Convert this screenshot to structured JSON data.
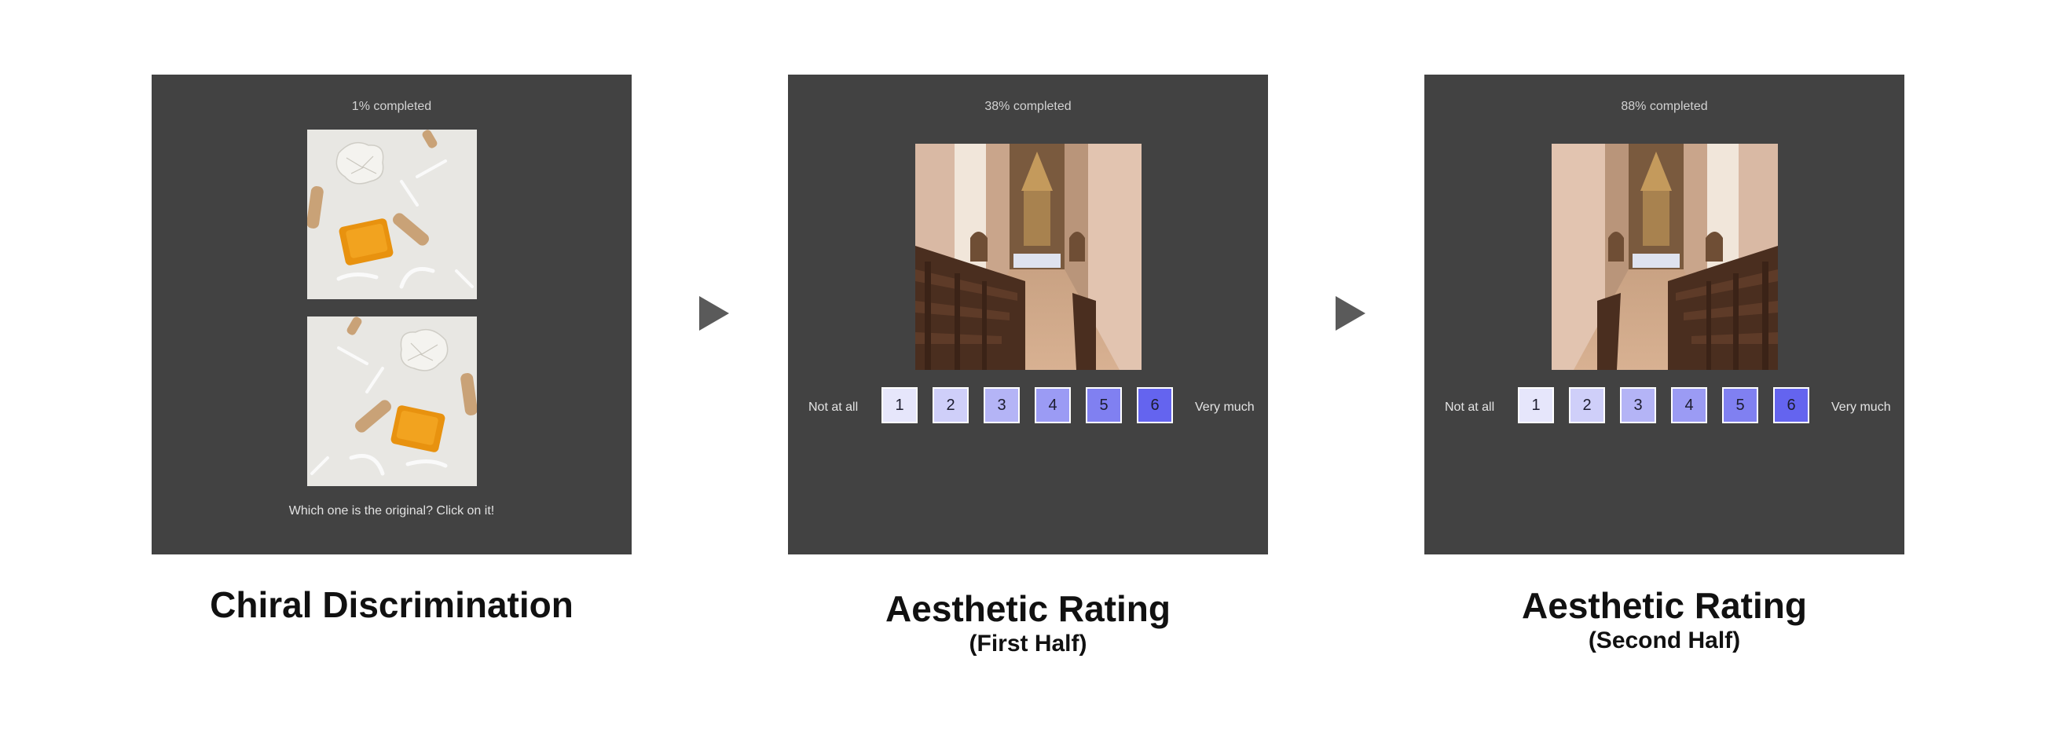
{
  "panels": [
    {
      "progress": "1% completed",
      "prompt": "Which one is the original? Click on it!",
      "caption": "Chiral Discrimination"
    },
    {
      "progress": "38% completed",
      "scale_low": "Not at all",
      "scale_high": "Very much",
      "caption": "Aesthetic Rating",
      "caption_sub": "(First Half)"
    },
    {
      "progress": "88% completed",
      "scale_low": "Not at all",
      "scale_high": "Very much",
      "caption": "Aesthetic Rating",
      "caption_sub": "(Second Half)"
    }
  ],
  "rating_options": [
    "1",
    "2",
    "3",
    "4",
    "5",
    "6"
  ],
  "rating_colors": [
    "#e6e6fb",
    "#cfcff9",
    "#b4b4f6",
    "#9b9bf4",
    "#8080f1",
    "#6464ef"
  ],
  "colors": {
    "panel_bg": "#424242",
    "arrow": "#5a5a5a",
    "caption_text": "#111111"
  },
  "icons": {
    "arrow": "right-triangle-arrow-icon"
  }
}
